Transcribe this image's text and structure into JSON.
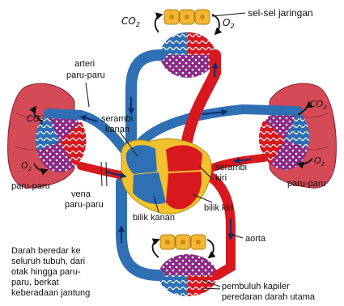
{
  "labels": {
    "sel_jaringan": "sel-sel jaringan",
    "arteri_line1": "arteri",
    "arteri_line2": "paru-paru",
    "serambi_kanan_1": "serambi",
    "serambi_kanan_2": "kanan",
    "serambi_kiri_1": "serambi",
    "serambi_kiri_2": "kiri",
    "paru_left": "paru-paru",
    "paru_right": "paru-paru",
    "vena_1": "vena",
    "vena_2": "paru-paru",
    "bilik_kanan": "bilik kanan",
    "bilik_kiri": "bilik kiri",
    "aorta": "aorta",
    "kapiler_1": "pembuluh kapiler",
    "kapiler_2": "peredaran darah utama",
    "desc_1": "Darah beredar ke",
    "desc_2": "seluruh tubuh, dari",
    "desc_3": "otak hingga paru-",
    "desc_4": "paru, berkat",
    "desc_5": "keberadaan jantung"
  },
  "gases": {
    "co2_top": "CO",
    "o2_top": "O",
    "co2_left": "CO",
    "o2_left": "O",
    "co2_right": "CO",
    "o2_right": "O",
    "sub2": "2"
  },
  "colors": {
    "oxygenated": "#d7191f",
    "deoxygenated": "#2f6fb3",
    "lung": "#d44a57",
    "capillary_mix": "#8a2b86",
    "tissue_cell": "#f2b632",
    "heart_yellow": "#f2c12e"
  }
}
